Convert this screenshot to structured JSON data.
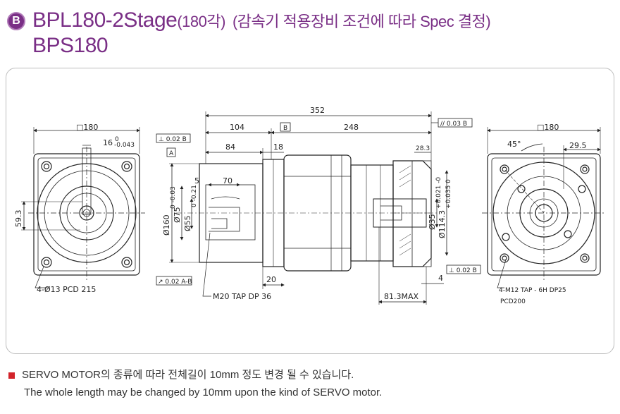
{
  "header": {
    "badge": "B",
    "model_line": "BPL180-2Stage",
    "model_size": "(180각)",
    "model_note": "(감속기 적용장비 조건에 따라 Spec 결정)",
    "model_line2": "BPS180"
  },
  "drawing": {
    "left_view": {
      "square": "□180",
      "key_width": "16",
      "key_tol_top": "0",
      "key_tol_bottom": "-0.043",
      "height_593": "59.3",
      "bolt_note": "4-Ø13 PCD 215"
    },
    "side_view": {
      "total_length": "352",
      "len_104": "104",
      "len_248": "248",
      "len_84": "84",
      "len_18": "18",
      "len_5": "5",
      "len_70": "70",
      "len_20": "20",
      "len_283": "28.3",
      "len_4": "4",
      "max_len": "81.3MAX",
      "dia_160": "Ø160",
      "dia_160_tol": "0 -0.03",
      "dia_75": "Ø75",
      "dia_55": "Ø55",
      "dia_55_tol": "0 -0.21",
      "dia_35": "Ø35",
      "dia_35_tol": "+0.021 -0",
      "dia_1143": "Ø114.3",
      "dia_1143_tol": "+0.035 0",
      "tap_note": "M20  TAP DP 36",
      "datum_a": "A",
      "datum_b": "B",
      "tol_perp": "⊥ 0.02 B",
      "tol_par": "// 0.03 B",
      "tol_runout": "↗ 0.02 A-B",
      "tol_perp2": "⊥ 0.02 B"
    },
    "right_view": {
      "square": "□180",
      "angle": "45°",
      "len_295": "29.5",
      "tap_note": "4-M12  TAP - 6H DP25",
      "pcd_note": "PCD200"
    }
  },
  "footer": {
    "note_ko": "SERVO MOTOR의 종류에 따라 전체길이 10mm 정도 변경 될 수 있습니다.",
    "note_en": "The whole length may be changed by 10mm upon the kind of SERVO motor."
  },
  "colors": {
    "title": "#7a2f86",
    "bullet": "#d2232a"
  }
}
